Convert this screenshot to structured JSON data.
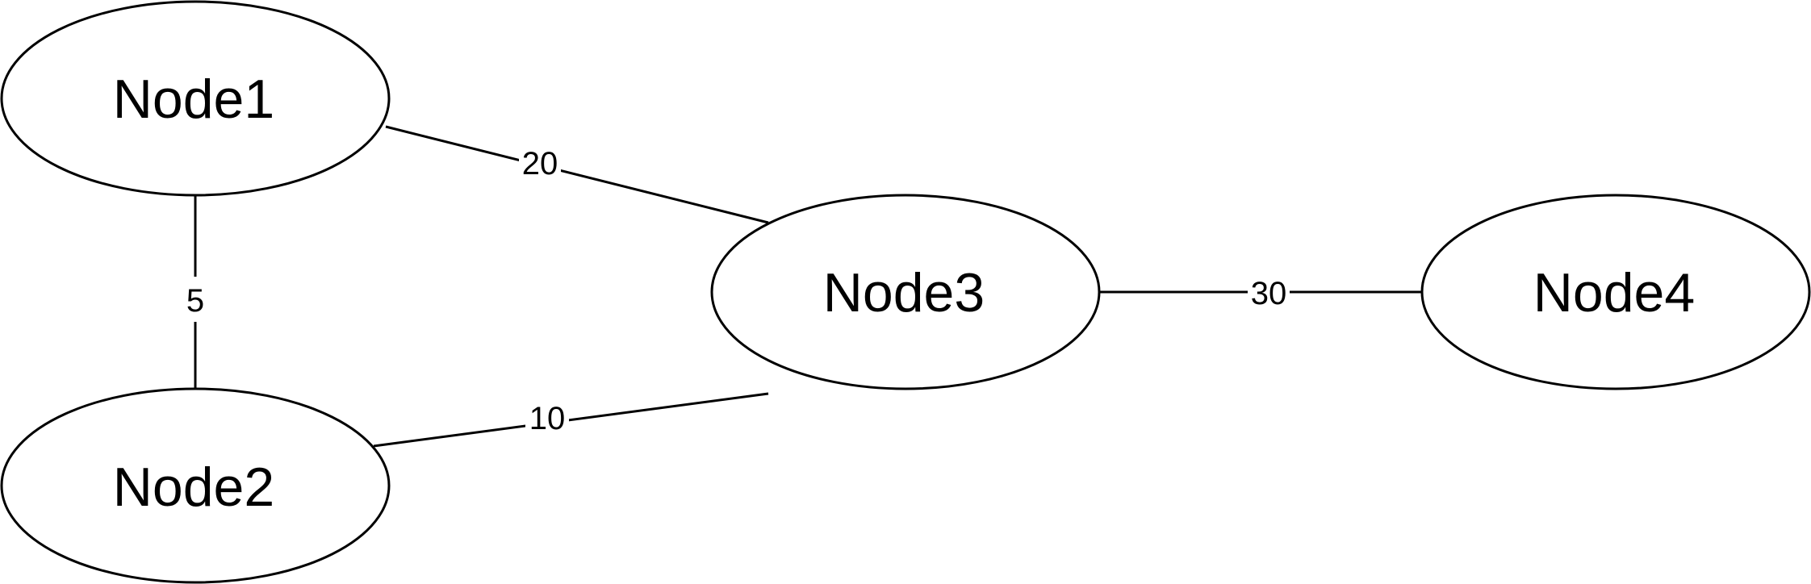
{
  "diagram": {
    "type": "weighted-graph",
    "nodes": [
      {
        "id": "Node1",
        "label": "Node1"
      },
      {
        "id": "Node2",
        "label": "Node2"
      },
      {
        "id": "Node3",
        "label": "Node3"
      },
      {
        "id": "Node4",
        "label": "Node4"
      }
    ],
    "edges": [
      {
        "from": "Node1",
        "to": "Node3",
        "weight": "20"
      },
      {
        "from": "Node1",
        "to": "Node2",
        "weight": "5"
      },
      {
        "from": "Node2",
        "to": "Node3",
        "weight": "10"
      },
      {
        "from": "Node3",
        "to": "Node4",
        "weight": "30"
      }
    ]
  }
}
